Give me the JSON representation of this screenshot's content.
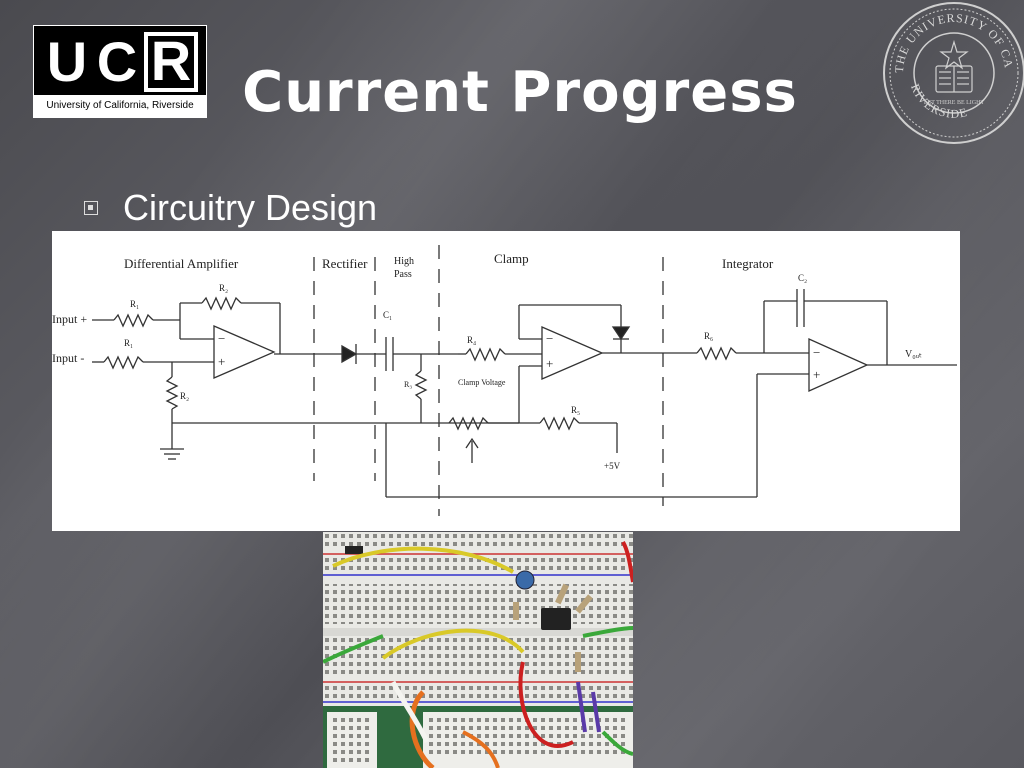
{
  "slide": {
    "title": "Current Progress",
    "bullet": "Circuitry Design"
  },
  "logo": {
    "letters": [
      "U",
      "C",
      "R"
    ],
    "subtitle": "University of California, Riverside"
  },
  "seal": {
    "text_top": "THE UNIVERSITY OF CALIFORNIA",
    "text_bottom": "RIVERSIDE",
    "motto": "LET THERE BE LIGHT"
  },
  "diagram": {
    "sections": {
      "diff_amp": "Differential Amplifier",
      "rectifier": "Rectifier",
      "high": "High",
      "pass": "Pass",
      "clamp": "Clamp",
      "integrator": "Integrator"
    },
    "labels": {
      "input_plus": "Input +",
      "input_minus": "Input -",
      "r1a": "R₁",
      "r1b": "R₁",
      "r2a": "R₂",
      "r2b": "R₂",
      "r3": "R₃",
      "r4": "R₄",
      "r5": "R₅",
      "r6": "R₆",
      "c1": "C₁",
      "c2": "C₂",
      "clamp_voltage": "Clamp Voltage",
      "plus5v": "+5V",
      "vout": "V₀ᵤₜ",
      "minus": "−",
      "plus": "+"
    }
  },
  "colors": {
    "background": "#55555b",
    "diagram_bg": "#ffffff",
    "breadboard": "#ecece8"
  }
}
